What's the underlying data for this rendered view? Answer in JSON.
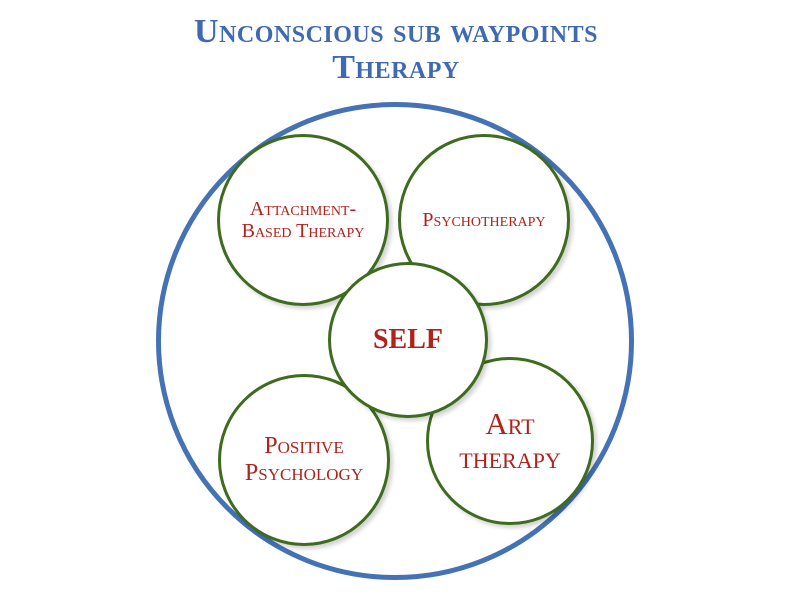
{
  "title": {
    "line1": "Unconscious sub waypoints",
    "line2": "Therapy"
  },
  "colors": {
    "title": "#3f69b0",
    "outer_circle": "#4472b5",
    "bubble_border": "#3e6b1e",
    "bubble_text": "#b0231d"
  },
  "bubbles": {
    "attachment": "Attachment-\nBased Therapy",
    "psychotherapy": "Psychotherapy",
    "self": "SELF",
    "positive_psychology": "Positive\nPsychology",
    "art_therapy": "Art\ntherapy"
  }
}
